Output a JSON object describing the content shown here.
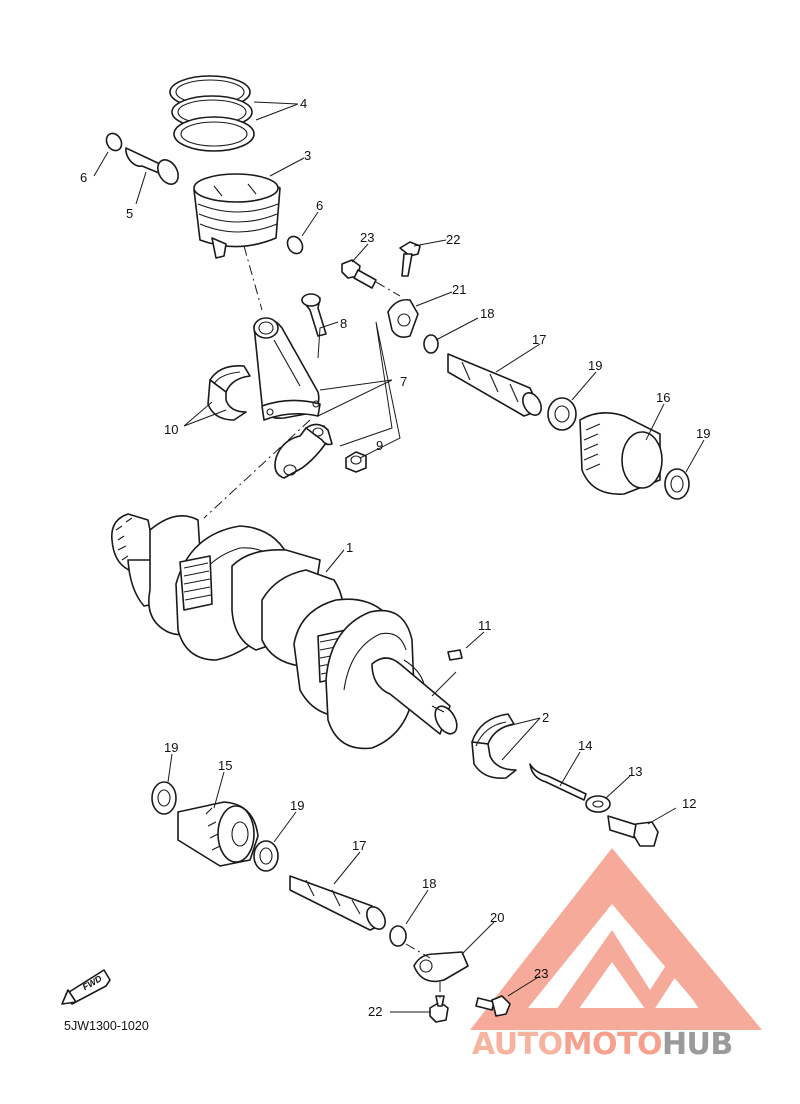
{
  "diagram_code": "5JW1300-1020",
  "direction_label": "FWD",
  "watermark": {
    "part1": "AUTO",
    "part2": "MOTO",
    "part3": "HUB",
    "color_primary": "#f6a18e",
    "color_secondary": "#9a9a9a"
  },
  "callouts": {
    "c1": "1",
    "c2": "2",
    "c3": "3",
    "c4": "4",
    "c5": "5",
    "c6a": "6",
    "c6b": "6",
    "c7": "7",
    "c8": "8",
    "c9": "9",
    "c10": "10",
    "c11": "11",
    "c12": "12",
    "c13": "13",
    "c14": "14",
    "c15": "15",
    "c16": "16",
    "c17a": "17",
    "c17b": "17",
    "c18a": "18",
    "c18b": "18",
    "c19a": "19",
    "c19b": "19",
    "c19c": "19",
    "c19d": "19",
    "c20": "20",
    "c21": "21",
    "c22a": "22",
    "c22b": "22",
    "c23a": "23",
    "c23b": "23"
  }
}
